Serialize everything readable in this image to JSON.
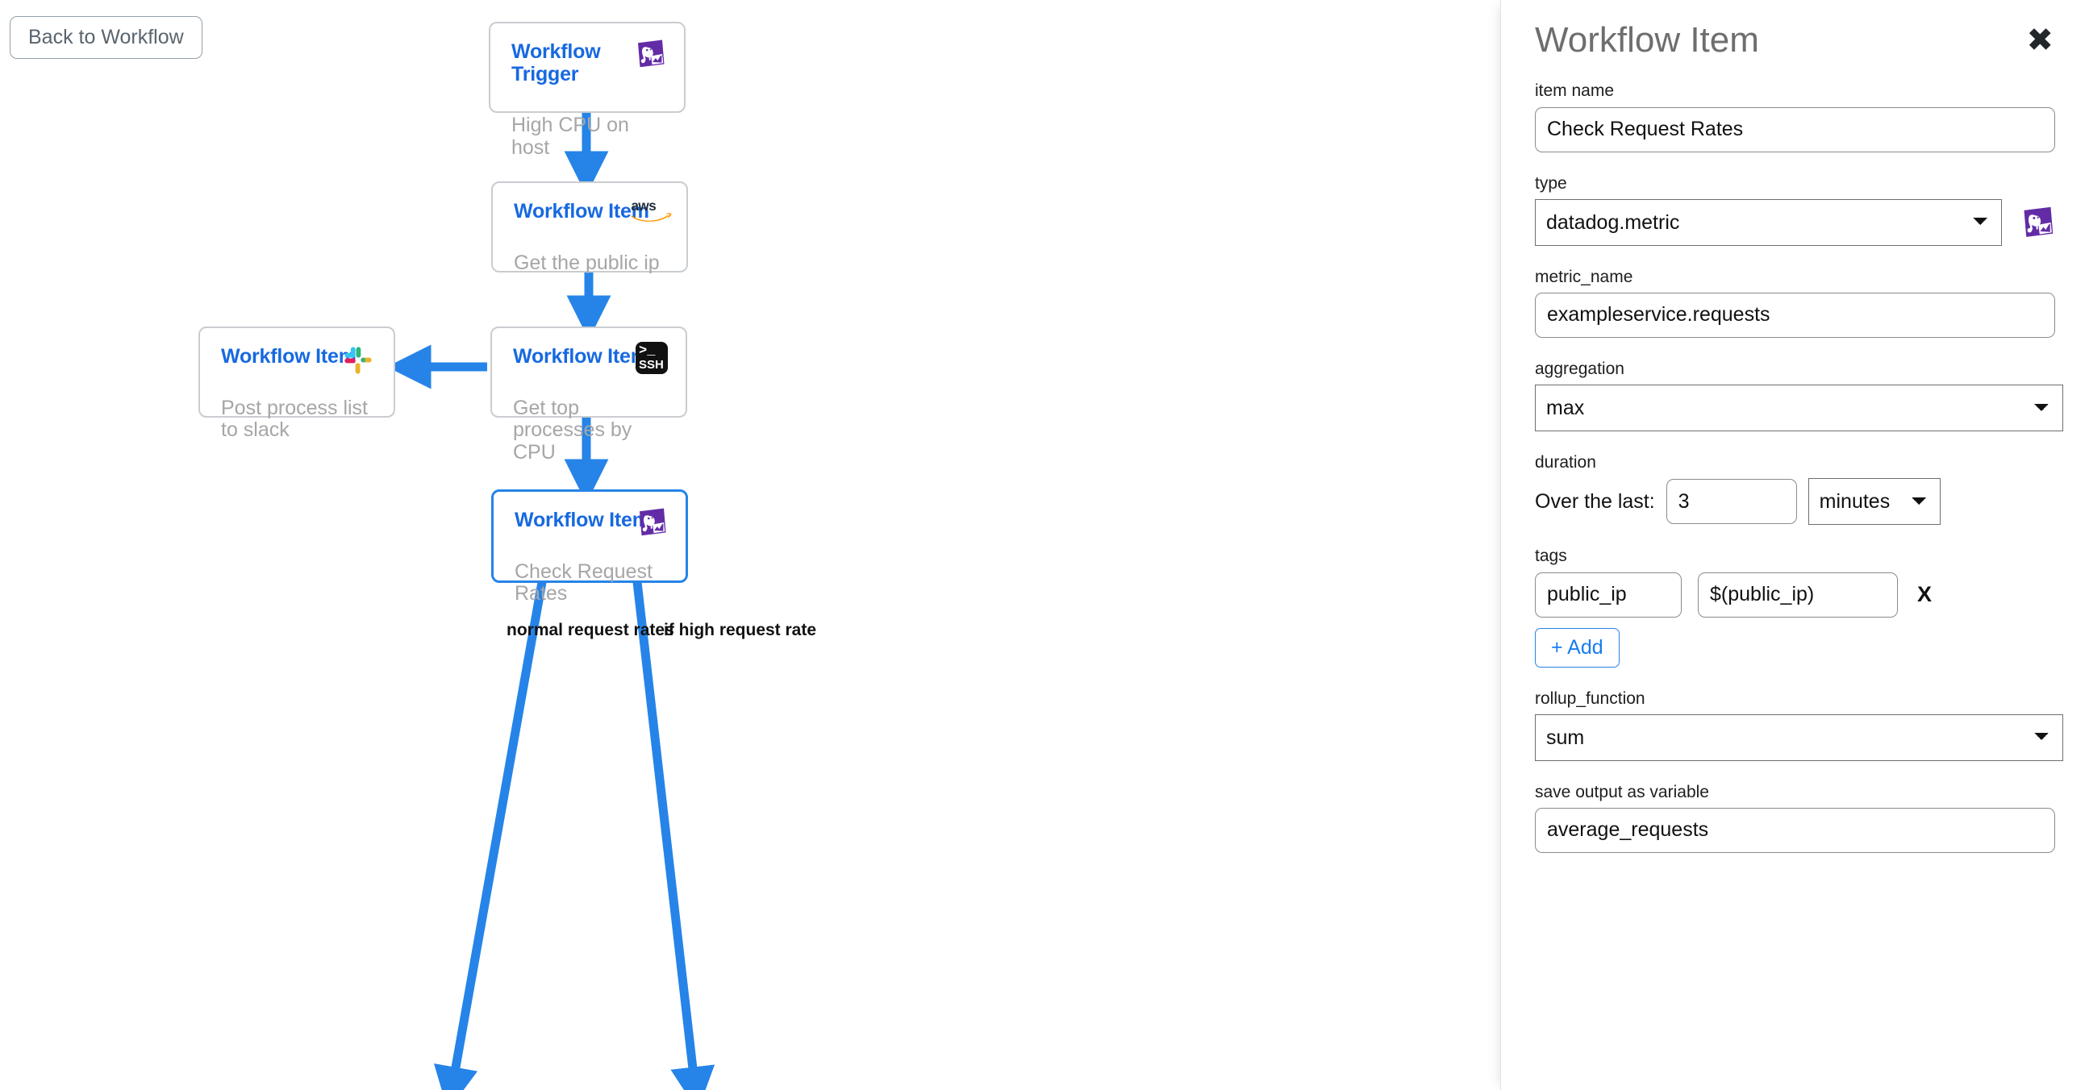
{
  "canvas": {
    "back_button": {
      "label": "Back to Workflow"
    },
    "nodes": [
      {
        "id": "trigger",
        "title": "Workflow Trigger",
        "subtitle": "High CPU on host",
        "icon": "datadog-icon",
        "selected": false
      },
      {
        "id": "aws",
        "title": "Workflow Item",
        "subtitle": "Get the public ip",
        "icon": "aws-icon",
        "selected": false
      },
      {
        "id": "slack",
        "title": "Workflow Item",
        "subtitle": "Post process list to slack",
        "icon": "slack-icon",
        "selected": false
      },
      {
        "id": "ssh",
        "title": "Workflow Item",
        "subtitle": "Get top processes by CPU",
        "icon": "ssh-icon",
        "selected": false
      },
      {
        "id": "selected",
        "title": "Workflow Item",
        "subtitle": "Check Request Rates",
        "icon": "datadog-icon",
        "selected": true
      }
    ],
    "edge_labels": [
      {
        "id": "normal",
        "text": "normal request rates"
      },
      {
        "id": "high",
        "text": "if high request rate"
      }
    ]
  },
  "panel": {
    "title": "Workflow Item",
    "close_label": "✖",
    "fields": {
      "item_name": {
        "label": "item name",
        "value": "Check Request Rates"
      },
      "type": {
        "label": "type",
        "value": "datadog.metric",
        "options": [
          "datadog.metric"
        ],
        "logo": "datadog-icon"
      },
      "metric_name": {
        "label": "metric_name",
        "value": "exampleservice.requests"
      },
      "aggregation": {
        "label": "aggregation",
        "value": "max",
        "options": [
          "max"
        ]
      },
      "duration": {
        "label": "duration",
        "prefix": "Over the last:",
        "amount": "3",
        "unit": "minutes",
        "unit_options": [
          "minutes"
        ]
      },
      "tags": {
        "label": "tags",
        "rows": [
          {
            "key": "public_ip",
            "value": "$(public_ip)",
            "remove_label": "X"
          }
        ],
        "add_label": "+ Add"
      },
      "rollup_function": {
        "label": "rollup_function",
        "value": "sum",
        "options": [
          "sum"
        ]
      },
      "save_output": {
        "label": "save output as variable",
        "value": "average_requests"
      }
    }
  },
  "colors": {
    "edge_blue": "#2684e8",
    "node_title_blue": "#1769e0",
    "datadog_purple": "#632ca6",
    "node_border": "#c9cdd1",
    "subtitle_gray": "#a6a6a6"
  }
}
